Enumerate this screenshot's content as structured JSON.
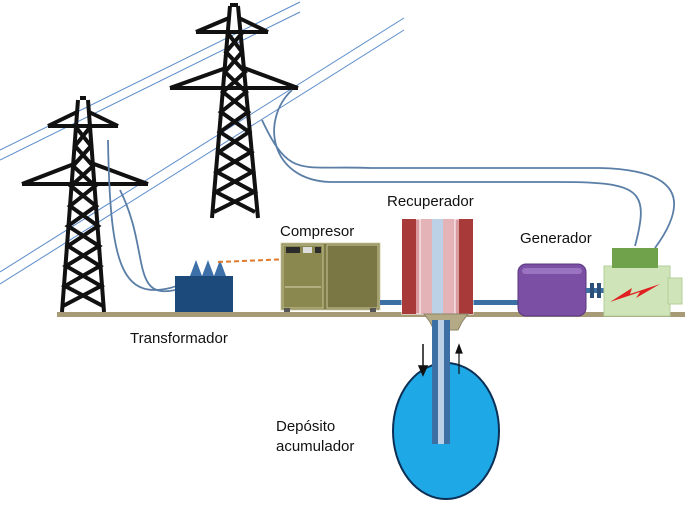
{
  "labels": {
    "transformador": "Transformador",
    "compresor": "Compresor",
    "recuperador": "Recuperador",
    "generador": "Generador",
    "deposito_line1": "Depósito",
    "deposito_line2": "acumulador"
  },
  "colors": {
    "ground": "#a79a77",
    "tower": "#111111",
    "power_line": "#5b8ccb",
    "cable": "#5a7ea6",
    "transformer": "#1c4a7a",
    "compressor": "#7d7a46",
    "recuperator_outer": "#a83a3a",
    "recuperator_inner": "#d99aa0",
    "recuperator_core": "#bcd0e6",
    "generator": "#7b4fa3",
    "motor": "#cfe5b9",
    "motor_top": "#6fa24a",
    "bolt": "#e02020",
    "tank": "#1fa8e6",
    "signal_dashed": "#e07a2a"
  },
  "icons": [
    "arrow-down-icon",
    "arrow-up-icon",
    "lightning-bolt-icon"
  ]
}
